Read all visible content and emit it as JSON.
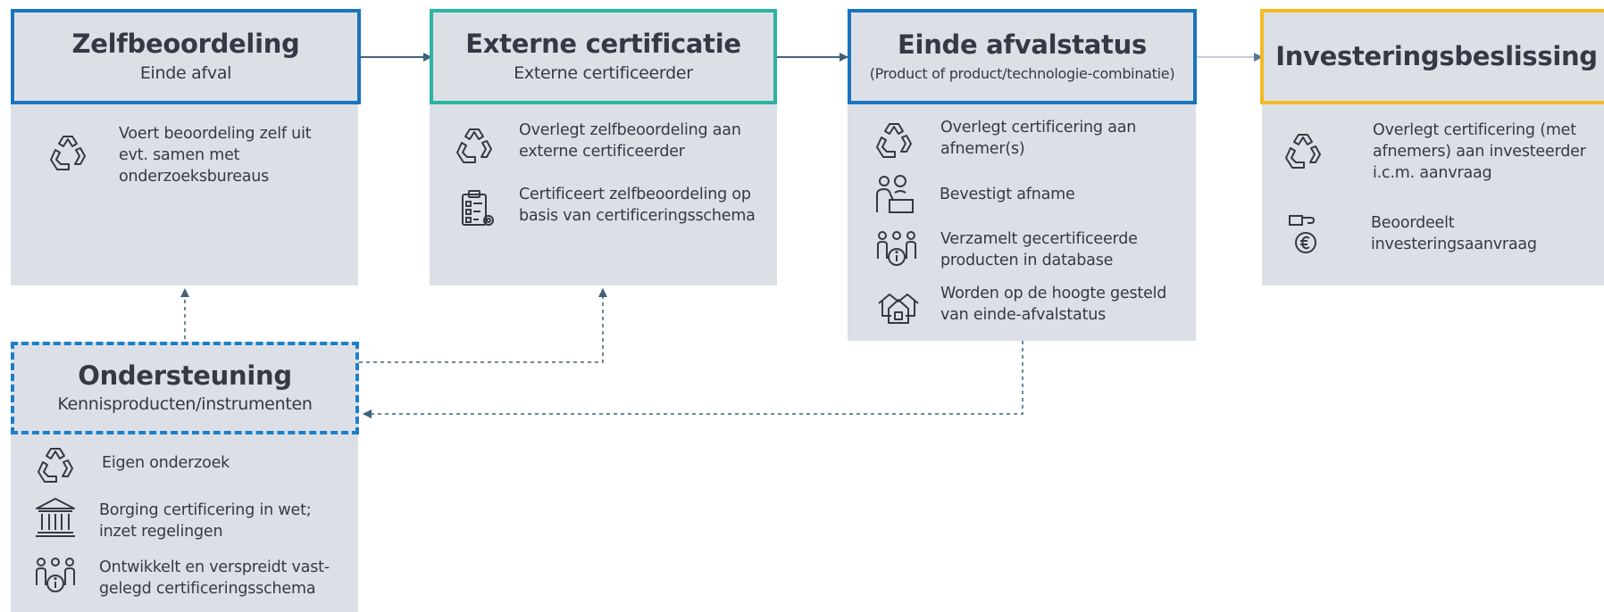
{
  "colors": {
    "panel_bg": "#dce0e6",
    "blue": "#1a74bf",
    "teal": "#2bb3a3",
    "yellow": "#f2bb23",
    "arrow": "#41607a",
    "text": "#333a45"
  },
  "stages": {
    "self": {
      "title": "Zelfbeoordeling",
      "subtitle": "Einde afval",
      "items": [
        {
          "icon": "recycle-icon",
          "text": "Voert beoordeling zelf uit evt. samen met onderzoeksbureaus"
        }
      ]
    },
    "external": {
      "title": "Externe certificatie",
      "subtitle": "Externe certificeerder",
      "items": [
        {
          "icon": "recycle-icon",
          "text": "Overlegt zelfbeoordeling aan externe certificeerder"
        },
        {
          "icon": "clipboard-checklist-icon",
          "text": "Certificeert zelfbeoordeling op basis van certificeringsschema"
        }
      ]
    },
    "end_of_waste": {
      "title": "Einde afvalstatus",
      "subtitle": "(Product of product/technologie-combinatie)",
      "items": [
        {
          "icon": "recycle-icon",
          "text": "Overlegt certificering aan afnemer(s)"
        },
        {
          "icon": "buyer-desk-icon",
          "text": "Bevestigt afname"
        },
        {
          "icon": "group-info-icon",
          "text": "Verzamelt gecertificeerde producten in database"
        },
        {
          "icon": "houses-icon",
          "text": "Worden op de hoogte gesteld van einde-afvalstatus"
        }
      ]
    },
    "investment": {
      "title": "Investeringsbeslissing",
      "items": [
        {
          "icon": "recycle-icon",
          "text": "Overlegt certificering (met afnemers) aan investeerder i.c.m. aanvraag"
        },
        {
          "icon": "hand-money-euro-icon",
          "text": "Beoordeelt investeringsaanvraag"
        }
      ]
    },
    "support": {
      "title": "Ondersteuning",
      "subtitle": "Kennisproducten/instrumenten",
      "items": [
        {
          "icon": "recycle-icon",
          "text": "Eigen onderzoek"
        },
        {
          "icon": "government-building-icon",
          "text": "Borging certificering in wet; inzet regelingen"
        },
        {
          "icon": "group-info-icon",
          "text": "Ontwikkelt en verspreidt vast-gelegd certificeringsschema"
        }
      ]
    }
  }
}
